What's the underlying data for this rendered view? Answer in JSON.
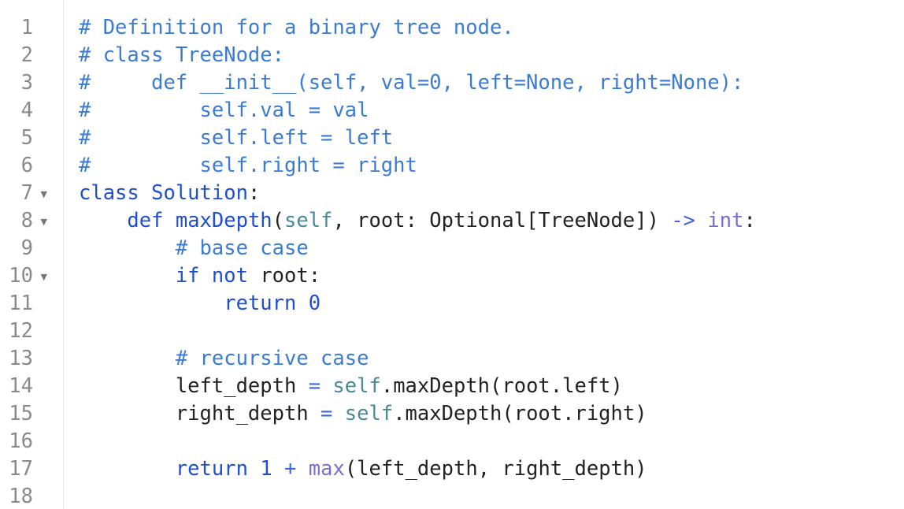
{
  "editor": {
    "language": "python",
    "colors": {
      "comment": "#3a7bd5",
      "keyword": "#1f4fd0",
      "self": "#4a8a96",
      "builtin": "#7a6fd0",
      "plain": "#222222",
      "line_number": "#8a8a8a"
    },
    "lines": [
      {
        "number": "1",
        "fold": "",
        "tokens": [
          {
            "t": "comment",
            "v": "# Definition for a binary tree node."
          }
        ]
      },
      {
        "number": "2",
        "fold": "",
        "tokens": [
          {
            "t": "comment",
            "v": "# class TreeNode:"
          }
        ]
      },
      {
        "number": "3",
        "fold": "",
        "tokens": [
          {
            "t": "comment",
            "v": "#     def __init__(self, val=0, left=None, right=None):"
          }
        ]
      },
      {
        "number": "4",
        "fold": "",
        "tokens": [
          {
            "t": "comment",
            "v": "#         self.val = val"
          }
        ]
      },
      {
        "number": "5",
        "fold": "",
        "tokens": [
          {
            "t": "comment",
            "v": "#         self.left = left"
          }
        ]
      },
      {
        "number": "6",
        "fold": "",
        "tokens": [
          {
            "t": "comment",
            "v": "#         self.right = right"
          }
        ]
      },
      {
        "number": "7",
        "fold": "▼",
        "tokens": [
          {
            "t": "keyword",
            "v": "class"
          },
          {
            "t": "plain",
            "v": " "
          },
          {
            "t": "class",
            "v": "Solution"
          },
          {
            "t": "plain",
            "v": ":"
          }
        ]
      },
      {
        "number": "8",
        "fold": "▼",
        "tokens": [
          {
            "t": "plain",
            "v": "    "
          },
          {
            "t": "keyword",
            "v": "def"
          },
          {
            "t": "plain",
            "v": " "
          },
          {
            "t": "func",
            "v": "maxDepth"
          },
          {
            "t": "plain",
            "v": "("
          },
          {
            "t": "self",
            "v": "self"
          },
          {
            "t": "plain",
            "v": ", root: Optional[TreeNode]) "
          },
          {
            "t": "op",
            "v": "->"
          },
          {
            "t": "plain",
            "v": " "
          },
          {
            "t": "builtin",
            "v": "int"
          },
          {
            "t": "plain",
            "v": ":"
          }
        ]
      },
      {
        "number": "9",
        "fold": "",
        "tokens": [
          {
            "t": "plain",
            "v": "        "
          },
          {
            "t": "comment",
            "v": "# base case"
          }
        ]
      },
      {
        "number": "10",
        "fold": "▼",
        "tokens": [
          {
            "t": "plain",
            "v": "        "
          },
          {
            "t": "keyword",
            "v": "if"
          },
          {
            "t": "plain",
            "v": " "
          },
          {
            "t": "keyword",
            "v": "not"
          },
          {
            "t": "plain",
            "v": " root:"
          }
        ]
      },
      {
        "number": "11",
        "fold": "",
        "tokens": [
          {
            "t": "plain",
            "v": "            "
          },
          {
            "t": "keyword",
            "v": "return"
          },
          {
            "t": "plain",
            "v": " "
          },
          {
            "t": "num",
            "v": "0"
          }
        ]
      },
      {
        "number": "12",
        "fold": "",
        "tokens": []
      },
      {
        "number": "13",
        "fold": "",
        "tokens": [
          {
            "t": "plain",
            "v": "        "
          },
          {
            "t": "comment",
            "v": "# recursive case"
          }
        ]
      },
      {
        "number": "14",
        "fold": "",
        "tokens": [
          {
            "t": "plain",
            "v": "        left_depth "
          },
          {
            "t": "op",
            "v": "="
          },
          {
            "t": "plain",
            "v": " "
          },
          {
            "t": "self",
            "v": "self"
          },
          {
            "t": "plain",
            "v": ".maxDepth(root.left)"
          }
        ]
      },
      {
        "number": "15",
        "fold": "",
        "tokens": [
          {
            "t": "plain",
            "v": "        right_depth "
          },
          {
            "t": "op",
            "v": "="
          },
          {
            "t": "plain",
            "v": " "
          },
          {
            "t": "self",
            "v": "self"
          },
          {
            "t": "plain",
            "v": ".maxDepth(root.right)"
          }
        ]
      },
      {
        "number": "16",
        "fold": "",
        "tokens": []
      },
      {
        "number": "17",
        "fold": "",
        "tokens": [
          {
            "t": "plain",
            "v": "        "
          },
          {
            "t": "keyword",
            "v": "return"
          },
          {
            "t": "plain",
            "v": " "
          },
          {
            "t": "num",
            "v": "1"
          },
          {
            "t": "plain",
            "v": " "
          },
          {
            "t": "op",
            "v": "+"
          },
          {
            "t": "plain",
            "v": " "
          },
          {
            "t": "builtin",
            "v": "max"
          },
          {
            "t": "plain",
            "v": "(left_depth, right_depth)"
          }
        ]
      },
      {
        "number": "18",
        "fold": "",
        "tokens": []
      }
    ]
  }
}
